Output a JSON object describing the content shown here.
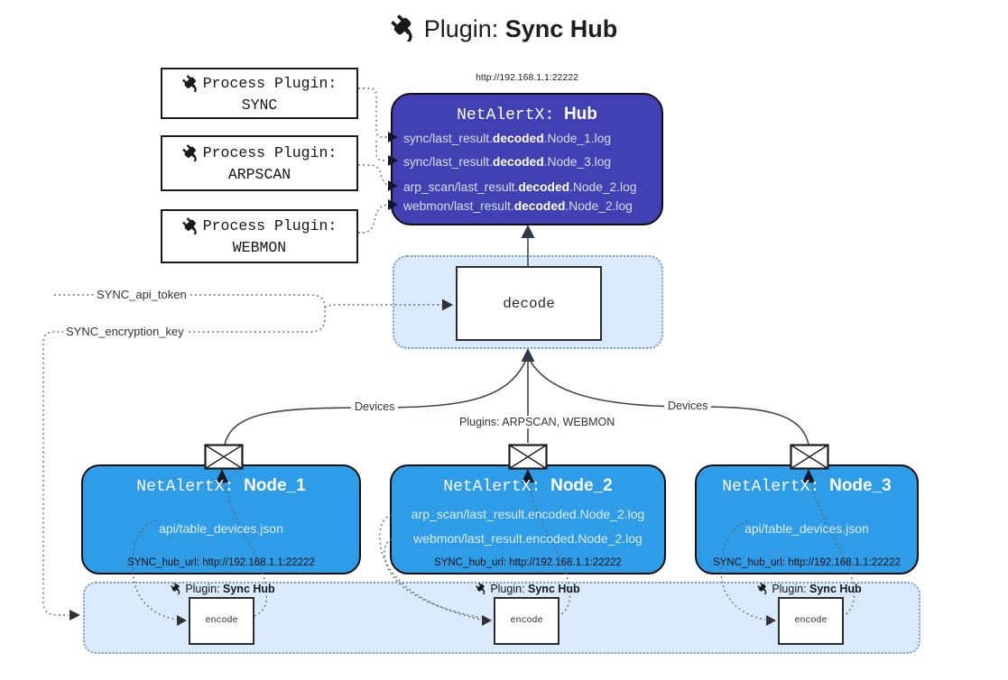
{
  "title": {
    "prefix": "Plugin: ",
    "name": "Sync Hub"
  },
  "hub": {
    "url": "http://192.168.1.1:22222",
    "name_prefix": "NetAlertX: ",
    "name": "Hub",
    "logs": [
      {
        "pre": "sync/last_result.",
        "bold": "decoded",
        "post": ".Node_1.log"
      },
      {
        "pre": "sync/last_result.",
        "bold": "decoded",
        "post": ".Node_3.log"
      },
      {
        "pre": "arp_scan/last_result.",
        "bold": "decoded",
        "post": ".Node_2.log"
      },
      {
        "pre": "webmon/last_result.",
        "bold": "decoded",
        "post": ".Node_2.log"
      }
    ]
  },
  "process_plugins": [
    {
      "label": "Process Plugin:",
      "name": "SYNC"
    },
    {
      "label": "Process Plugin:",
      "name": "ARPSCAN"
    },
    {
      "label": "Process Plugin:",
      "name": "WEBMON"
    }
  ],
  "decode_label": "decode",
  "keys": {
    "api_token": "SYNC_api_token",
    "encryption_key": "SYNC_encryption_key"
  },
  "edge_labels": {
    "devices_left": "Devices",
    "devices_right": "Devices",
    "plugins": "Plugins: ARPSCAN, WEBMON"
  },
  "nodes": [
    {
      "name_prefix": "NetAlertX: ",
      "name": "Node_1",
      "lines": [
        "api/table_devices.json"
      ],
      "hub_url": "SYNC_hub_url: http://192.168.1.1:22222"
    },
    {
      "name_prefix": "NetAlertX: ",
      "name": "Node_2",
      "lines": [
        "arp_scan/last_result.encoded.Node_2.log",
        "webmon/last_result.encoded.Node_2.log"
      ],
      "hub_url": "SYNC_hub_url: http://192.168.1.1:22222"
    },
    {
      "name_prefix": "NetAlertX: ",
      "name": "Node_3",
      "lines": [
        "api/table_devices.json"
      ],
      "hub_url": "SYNC_hub_url: http://192.168.1.1:22222"
    }
  ],
  "encoder": {
    "plugin_prefix": "Plugin: ",
    "plugin_name": "Sync Hub",
    "label": "encode"
  },
  "colors": {
    "hub_fill": "#4141b3",
    "node_fill": "#2f9ce8",
    "container_fill": "#d8eafb",
    "container_border": "#7e9cc0",
    "solid_edge": "#3f474e",
    "dotted_edge": "#606060",
    "arrowhead": "#2c3a49"
  }
}
